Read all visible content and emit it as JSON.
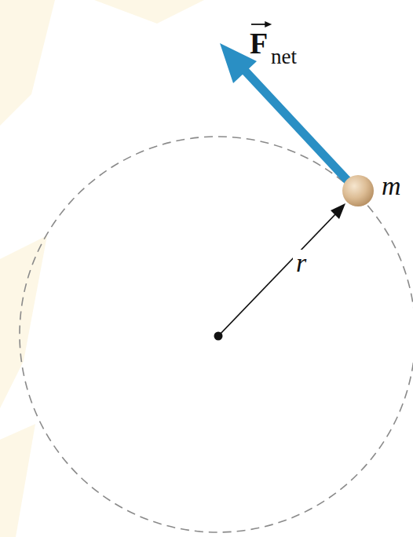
{
  "diagram": {
    "labels": [
      "F",
      "net",
      "m",
      "r"
    ]
  }
}
